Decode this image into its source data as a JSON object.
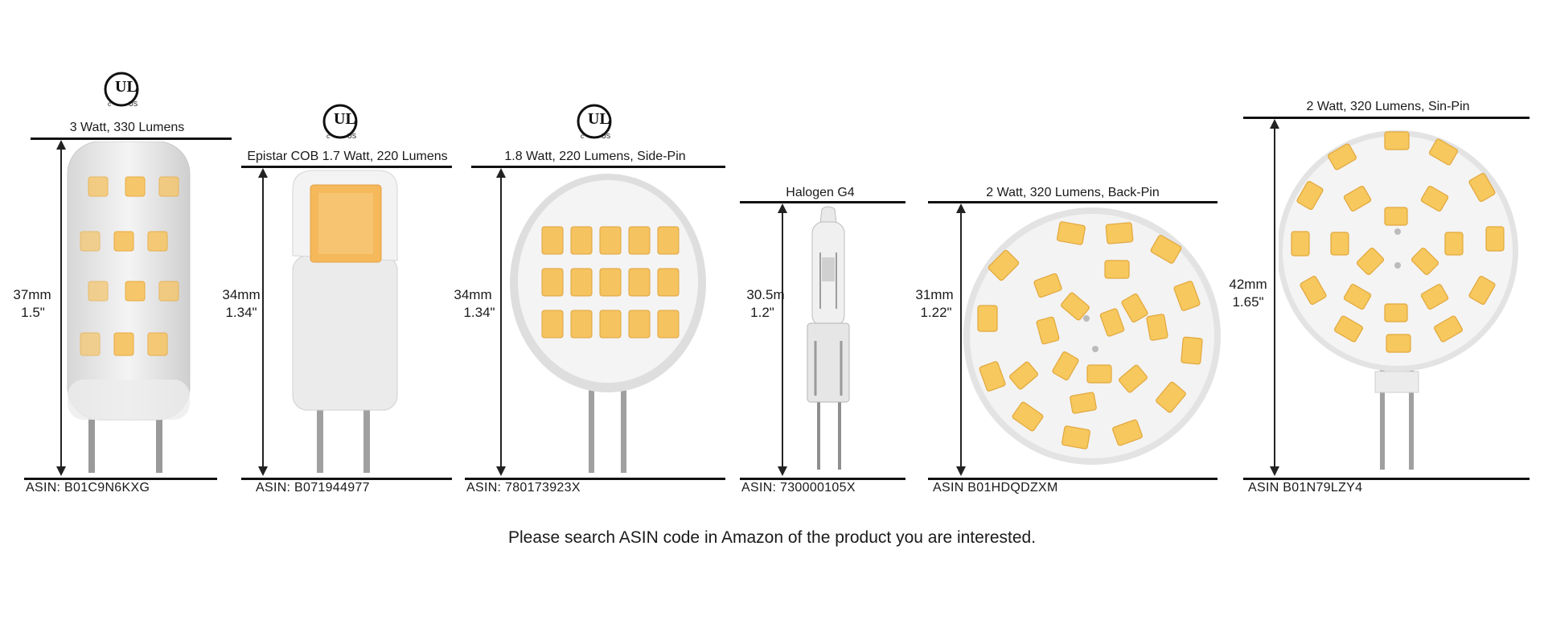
{
  "products": [
    {
      "title": "3 Watt, 330 Lumens",
      "dim_mm": "37mm",
      "dim_in": "1.5\"",
      "asin": "ASIN:  B01C9N6KXG",
      "ul_listed": true
    },
    {
      "title": "Epistar COB 1.7 Watt, 220 Lumens",
      "dim_mm": "34mm",
      "dim_in": "1.34\"",
      "asin": "ASIN:  B071944977",
      "ul_listed": true
    },
    {
      "title": "1.8 Watt, 220 Lumens, Side-Pin",
      "dim_mm": "34mm",
      "dim_in": "1.34\"",
      "asin": "ASIN:  780173923X",
      "ul_listed": true
    },
    {
      "title": "Halogen G4",
      "dim_mm": "30.5m",
      "dim_in": "1.2\"",
      "asin": "ASIN:   730000105X",
      "ul_listed": false
    },
    {
      "title": "2 Watt, 320 Lumens, Back-Pin",
      "dim_mm": "31mm",
      "dim_in": "1.22\"",
      "asin": "ASIN  B01HDQDZXM",
      "ul_listed": false
    },
    {
      "title": "2 Watt, 320 Lumens, Sin-Pin",
      "dim_mm": "42mm",
      "dim_in": "1.65\"",
      "asin": "ASIN B01N79LZY4",
      "ul_listed": false
    }
  ],
  "footer_text": "Please search ASIN code in Amazon of the product you are interested.",
  "ul_mark": {
    "letters": "UL",
    "c": "c",
    "us": "US",
    "icon": "ul-certification-icon"
  },
  "colors": {
    "led_chip": "#f4c968",
    "led_chip_hot": "#f0b440",
    "line": "#111111",
    "pcb": "#f1f1f1"
  }
}
